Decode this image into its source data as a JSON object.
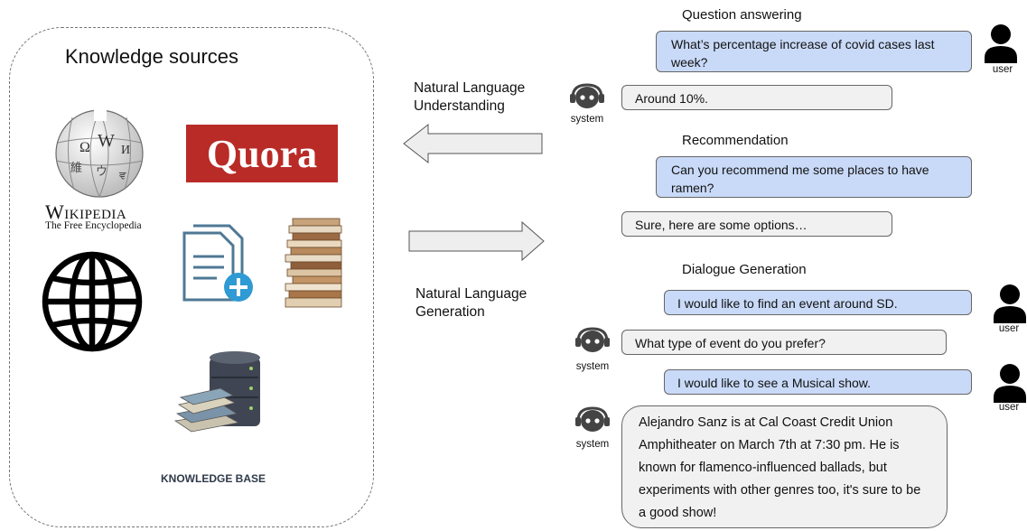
{
  "knowledge": {
    "title": "Knowledge sources",
    "wikipedia_word": "Wikipedia",
    "wikipedia_tagline": "The Free Encyclopedia",
    "quora_logo": "Quora",
    "knowledge_base_label": "KNOWLEDGE BASE",
    "icons": [
      "wikipedia-globe-icon",
      "quora-logo",
      "globe-icon",
      "document-add-icon",
      "books-stack-icon",
      "database-books-icon"
    ]
  },
  "arrows": {
    "nlu_label": "Natural Language Understanding",
    "nlg_label": "Natural Language Generation"
  },
  "sections": {
    "qa_title": "Question answering",
    "rec_title": "Recommendation",
    "dg_title": "Dialogue Generation"
  },
  "messages": {
    "qa_user": "What’s percentage increase of covid cases last week?",
    "qa_system": "Around 10%.",
    "rec_user": "Can you recommend me some places to have ramen?",
    "rec_system": "Sure, here are some options…",
    "dg_user1": "I would like to find an event around SD.",
    "dg_system1": "What type of event do you prefer?",
    "dg_user2": "I would like to see a Musical show.",
    "dg_system2": "Alejandro Sanz is at Cal Coast Credit Union Amphitheater on March 7th at 7:30 pm. He is known for flamenco-influenced ballads, but experiments with other genres too,  it's sure to be a good show!"
  },
  "captions": {
    "user": "user",
    "system": "system"
  },
  "colors": {
    "user_bubble": "#c9daf8",
    "system_bubble": "#f1f1f1",
    "quora": "#b92b27"
  }
}
